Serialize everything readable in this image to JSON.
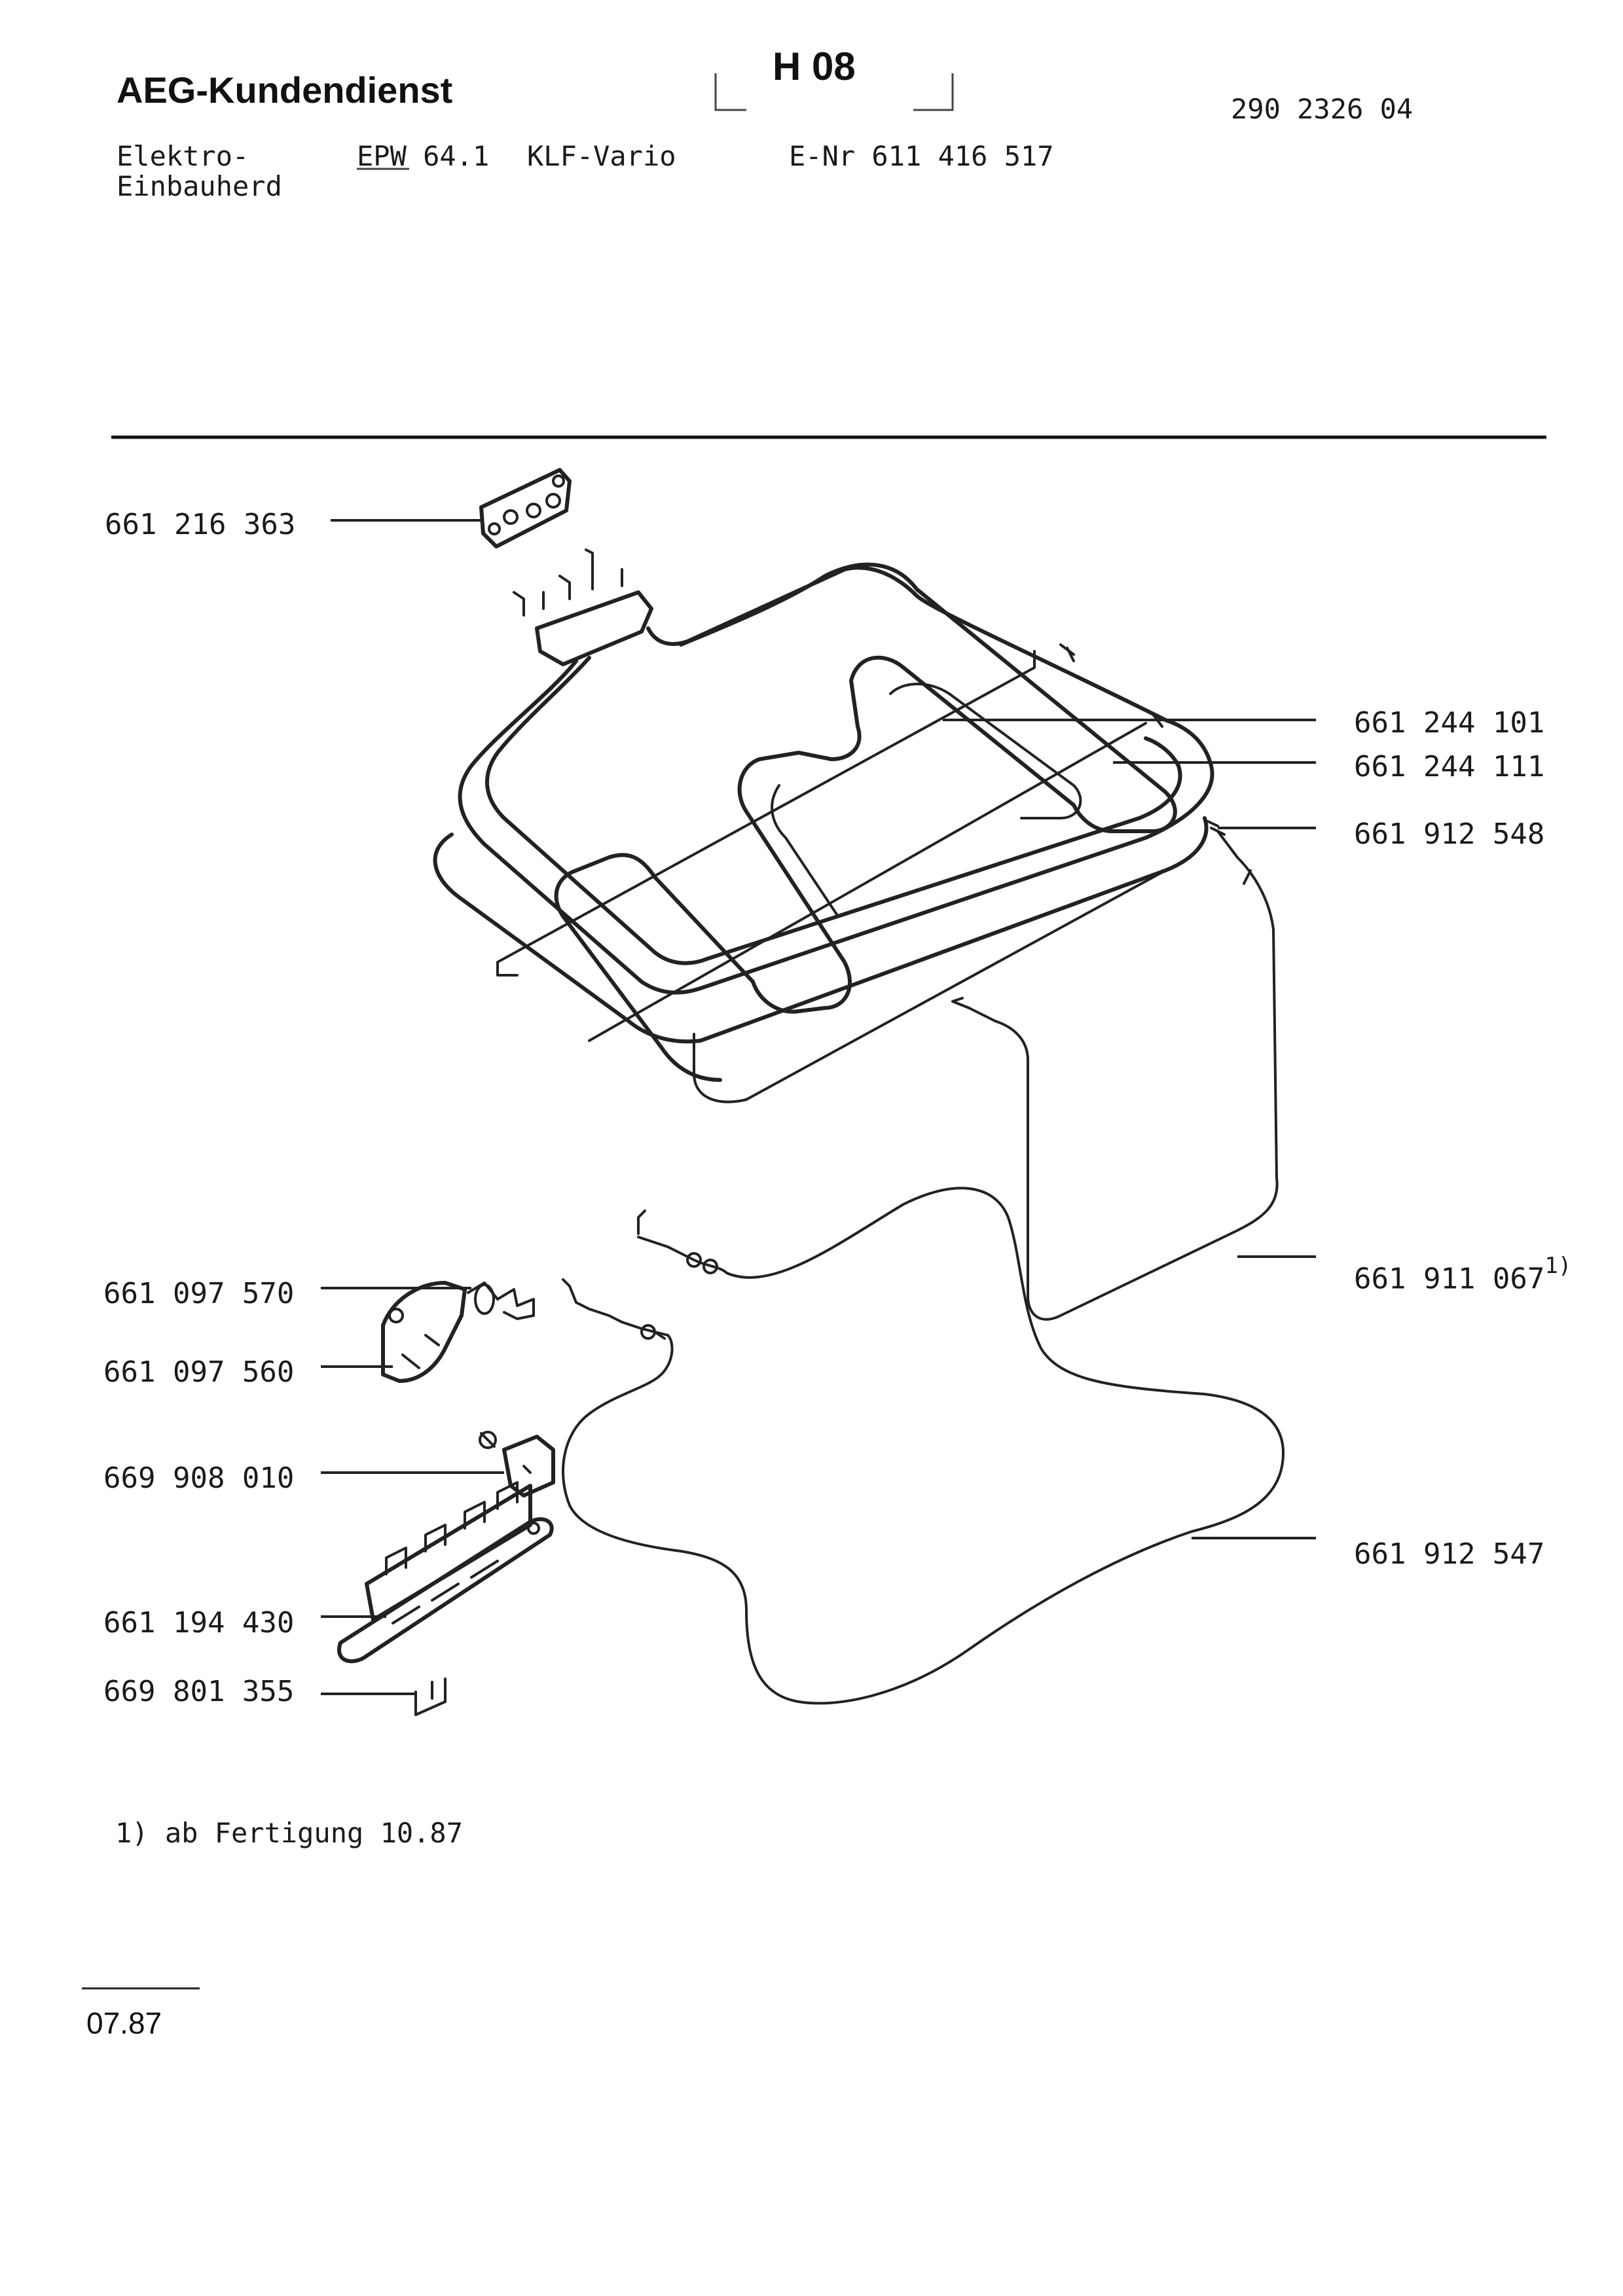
{
  "header": {
    "brand": "AEG-Kundendienst",
    "sheet_code": "H 08",
    "doc_number": "290 2326 04",
    "product_line1": "Elektro-",
    "product_line2": "Einbauherd",
    "model": "EPW 64.1",
    "variant": "KLF-Vario",
    "e_nr": "E-Nr 611 416 517"
  },
  "parts": [
    {
      "number": "661 216 363",
      "depicts": "mounting-plate"
    },
    {
      "number": "661 244 101",
      "depicts": "heating-element"
    },
    {
      "number": "661 244 111",
      "depicts": "heating-element"
    },
    {
      "number": "661 912 548",
      "depicts": "cable"
    },
    {
      "number": "661 911 067",
      "footnote_mark": "1)",
      "depicts": "cable"
    },
    {
      "number": "661 097 570",
      "depicts": "spring"
    },
    {
      "number": "661 097 560",
      "depicts": "clip"
    },
    {
      "number": "669 908 010",
      "depicts": "bracket"
    },
    {
      "number": "661 912 547",
      "depicts": "cable"
    },
    {
      "number": "661 194 430",
      "depicts": "terminal-block"
    },
    {
      "number": "669 801 355",
      "depicts": "bridge-clip"
    }
  ],
  "footnote": "1) ab Fertigung 10.87",
  "footer_date": "07.87"
}
